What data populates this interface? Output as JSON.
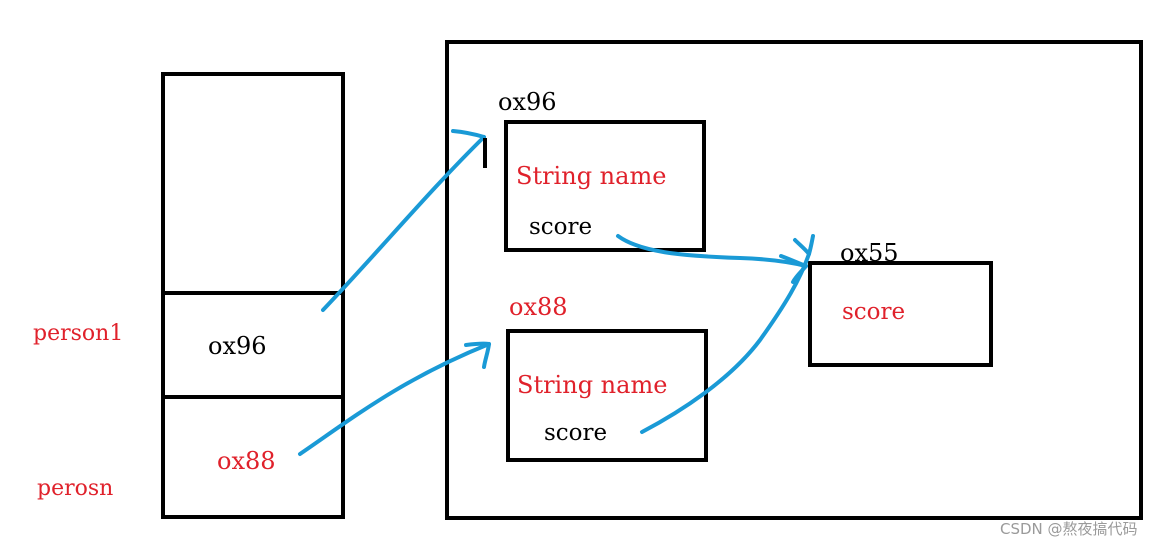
{
  "stack": {
    "slot1_value": "ox96",
    "slot2_value": "ox88"
  },
  "variables": {
    "person1": "person1",
    "perosn": "perosn"
  },
  "heap": {
    "obj1": {
      "address": "ox96",
      "field_name": "String name",
      "field_score": "score"
    },
    "obj2": {
      "address": "ox88",
      "field_name": "String name",
      "field_score": "score"
    },
    "obj3": {
      "address": "ox55",
      "field_score": "score"
    }
  },
  "watermark": "CSDN @熬夜搞代码",
  "colors": {
    "ink": "#000000",
    "red_text": "#e0212b",
    "arrow": "#1a9ad6"
  }
}
